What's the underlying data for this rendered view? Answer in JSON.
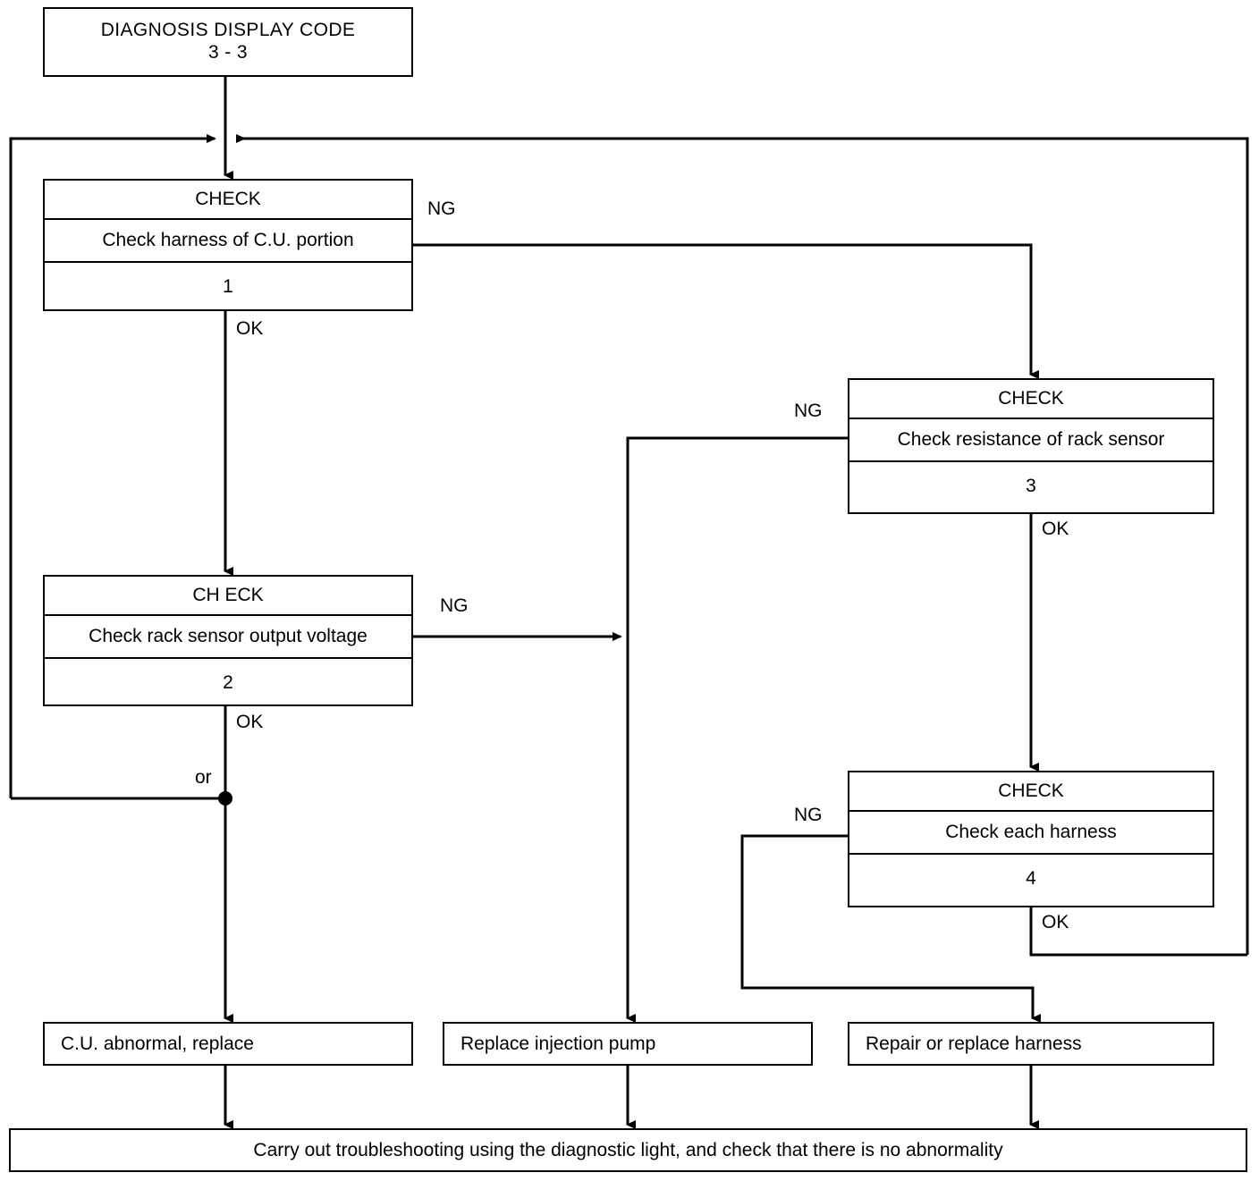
{
  "diagram": {
    "kind": "troubleshooting-flowchart",
    "title_box": {
      "line1": "DIAGNOSIS DISPLAY CODE",
      "line2": "3 - 3"
    },
    "checks": [
      {
        "id": "check-1",
        "header": "CHECK",
        "description": "Check harness of C.U. portion",
        "number": "1",
        "ok_label": "OK",
        "ng_label": "NG"
      },
      {
        "id": "check-2",
        "header": "CH ECK",
        "description": "Check rack sensor output voltage",
        "number": "2",
        "ok_label": "OK",
        "ng_label": "NG"
      },
      {
        "id": "check-3",
        "header": "CHECK",
        "description": "Check resistance of rack sensor",
        "number": "3",
        "ok_label": "OK",
        "ng_label": "NG"
      },
      {
        "id": "check-4",
        "header": "CHECK",
        "description": "Check each harness",
        "number": "4",
        "ok_label": "OK",
        "ng_label": "NG"
      }
    ],
    "junction_label": "or",
    "outcomes": [
      {
        "id": "outcome-cu",
        "text": "C.U. abnormal, replace"
      },
      {
        "id": "outcome-pump",
        "text": "Replace injection pump"
      },
      {
        "id": "outcome-harness",
        "text": "Repair or replace harness"
      }
    ],
    "final_step": "Carry out troubleshooting using the diagnostic light, and check that there is no abnormality",
    "colors": {
      "line": "#000000",
      "background": "#ffffff",
      "text": "#000000"
    }
  }
}
